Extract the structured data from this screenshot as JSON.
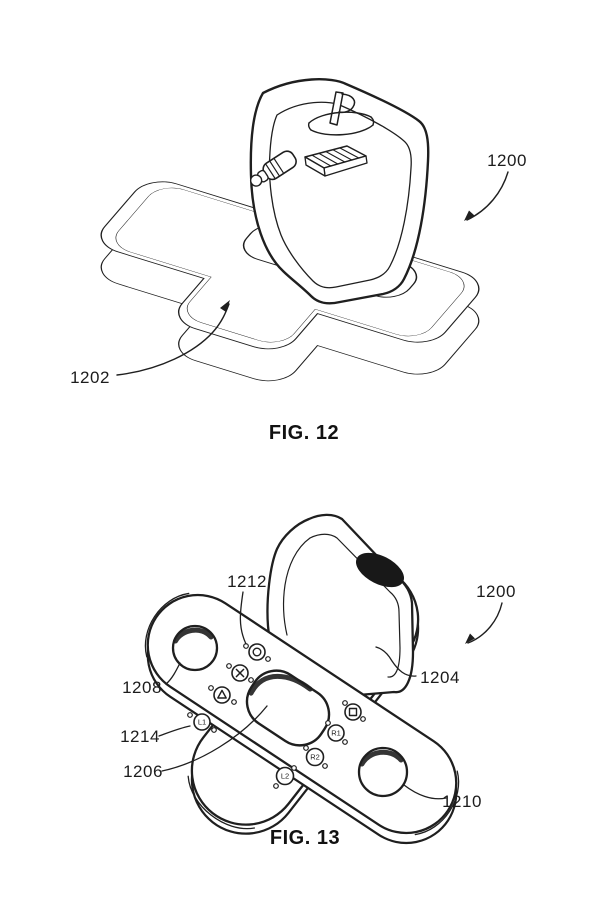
{
  "page": {
    "background": "#ffffff",
    "ink_color": "#1f1f1f"
  },
  "figure_12": {
    "caption": "FIG. 12",
    "labels": {
      "device": "1200",
      "base": "1202"
    }
  },
  "figure_13": {
    "caption": "FIG. 13",
    "labels": {
      "device": "1200",
      "back_support": "1204",
      "center_opening": "1206",
      "left_opening": "1208",
      "right_opening": "1210",
      "circle_button_callout": "1212",
      "l1_button_callout": "1214"
    },
    "button_glyphs": {
      "l1": "L1",
      "l2": "L2",
      "r1": "R1",
      "r2": "R2"
    }
  },
  "icons": {
    "logo": "playstation-logo-icon",
    "audio_plug": "audio-plug-icon",
    "connector": "connector-block-icon",
    "buttons": [
      "circle-button-icon",
      "x-button-icon",
      "triangle-button-icon",
      "square-button-icon",
      "l1-button-icon",
      "l2-button-icon",
      "r1-button-icon",
      "r2-button-icon"
    ]
  }
}
